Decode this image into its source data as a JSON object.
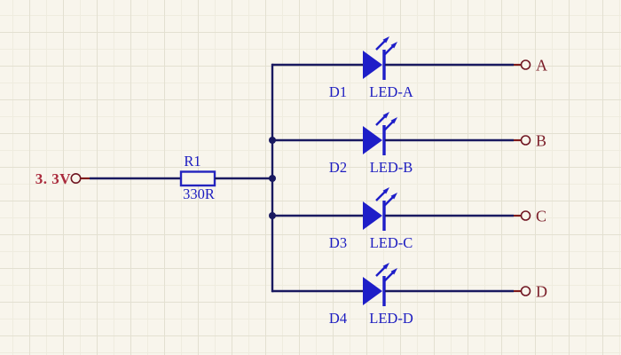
{
  "canvas": {
    "description": "LED array schematic on grid canvas"
  },
  "power": {
    "label": "3. 3V"
  },
  "resistor": {
    "designator": "R1",
    "value": "330R"
  },
  "branches": [
    {
      "designator": "D1",
      "part": "LED-A",
      "port": "A"
    },
    {
      "designator": "D2",
      "part": "LED-B",
      "port": "B"
    },
    {
      "designator": "D3",
      "part": "LED-C",
      "port": "C"
    },
    {
      "designator": "D4",
      "part": "LED-D",
      "port": "D"
    }
  ],
  "colors": {
    "background": "#F8F5EC",
    "grid_major": "#E3E0D1",
    "grid_minor": "#EFECDF",
    "wire_navy": "#191960",
    "component_blue": "#1E1EC8",
    "label_blue": "#1C1CC0",
    "power_text_red": "#AA2A3C",
    "port_text_maroon": "#7B1E29",
    "terminal_stub_red": "#7E1A1A",
    "terminal_ring_maroon": "#701622"
  }
}
